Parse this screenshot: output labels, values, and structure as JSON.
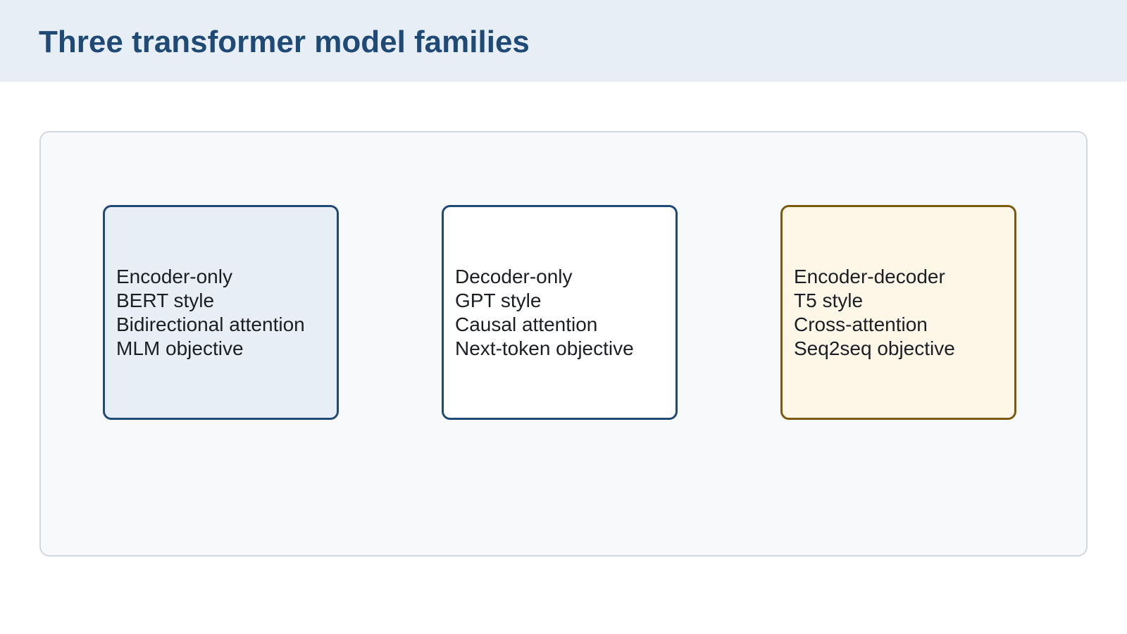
{
  "header": {
    "title": "Three transformer model families"
  },
  "cards": [
    {
      "lines": [
        "Encoder-only",
        "BERT style",
        "Bidirectional attention",
        "MLM objective"
      ],
      "fill": "#e8eef6",
      "border": "#1f4a75"
    },
    {
      "lines": [
        "Decoder-only",
        "GPT style",
        "Causal attention",
        "Next-token objective"
      ],
      "fill": "#ffffff",
      "border": "#1f4a75"
    },
    {
      "lines": [
        "Encoder-decoder",
        "T5 style",
        "Cross-attention",
        "Seq2seq objective"
      ],
      "fill": "#fef7e8",
      "border": "#7a5a0f"
    }
  ],
  "colors": {
    "title": "#1f4a75",
    "header_bg": "#e8eef6",
    "panel_bg": "#f8f9fb",
    "panel_border": "#d3d8df"
  }
}
